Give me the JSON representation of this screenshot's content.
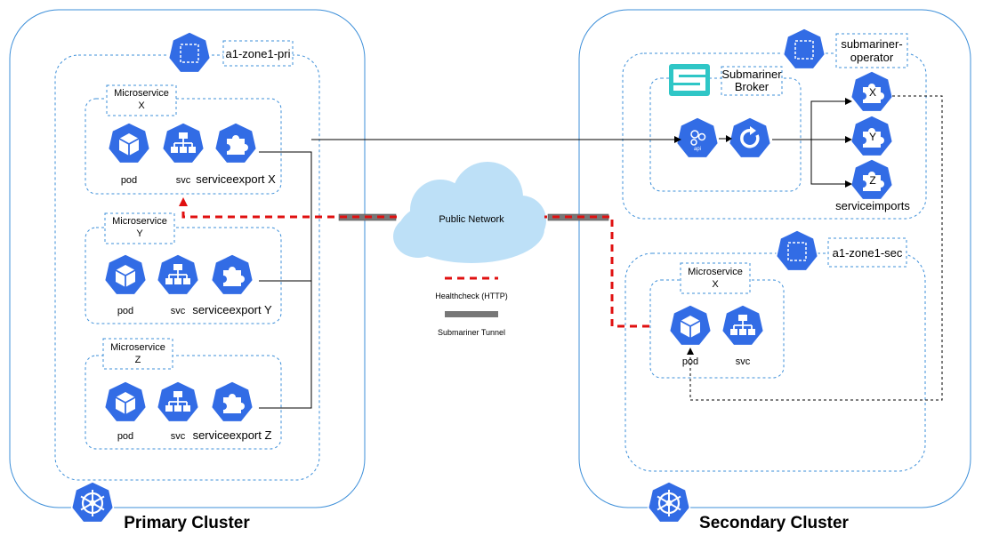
{
  "primary": {
    "title": "Primary Cluster",
    "namespace": "a1-zone1-pri",
    "microservices": [
      {
        "label_line1": "Microservice",
        "label_line2": "X",
        "pod": "pod",
        "svc": "svc",
        "export": "serviceexport X"
      },
      {
        "label_line1": "Microservice",
        "label_line2": "Y",
        "pod": "pod",
        "svc": "svc",
        "export": "serviceexport Y"
      },
      {
        "label_line1": "Microservice",
        "label_line2": "Z",
        "pod": "pod",
        "svc": "svc",
        "export": "serviceexport Z"
      }
    ]
  },
  "secondary": {
    "title": "Secondary Cluster",
    "operator_ns_line1": "submariner-",
    "operator_ns_line2": "operator",
    "broker_line1": "Submariner",
    "broker_line2": "Broker",
    "api_icon_text": "api",
    "imports": [
      "X",
      "Y",
      "Z"
    ],
    "imports_label": "serviceimports",
    "namespace": "a1-zone1-sec",
    "microservice": {
      "label_line1": "Microservice",
      "label_line2": "X",
      "pod": "pod",
      "svc": "svc"
    }
  },
  "network": {
    "label": "Public Network",
    "legend_healthcheck": "Healthcheck (HTTP)",
    "legend_tunnel": "Submariner Tunnel"
  },
  "colors": {
    "k8s_blue": "#326CE5",
    "dashed_border": "#3D8FD9",
    "healthcheck_red": "#E01010",
    "tunnel_gray": "#777777",
    "cloud_blue": "#BDE0F7",
    "submariner_teal": "#2FC6C6"
  },
  "icons": {
    "pod": "cube-icon",
    "svc": "service-tree-icon",
    "export": "puzzle-icon",
    "namespace": "namespace-square-icon",
    "cluster": "helm-wheel-icon",
    "api": "api-server-icon",
    "controller": "refresh-controller-icon",
    "broker_logo": "submariner-logo-icon"
  }
}
